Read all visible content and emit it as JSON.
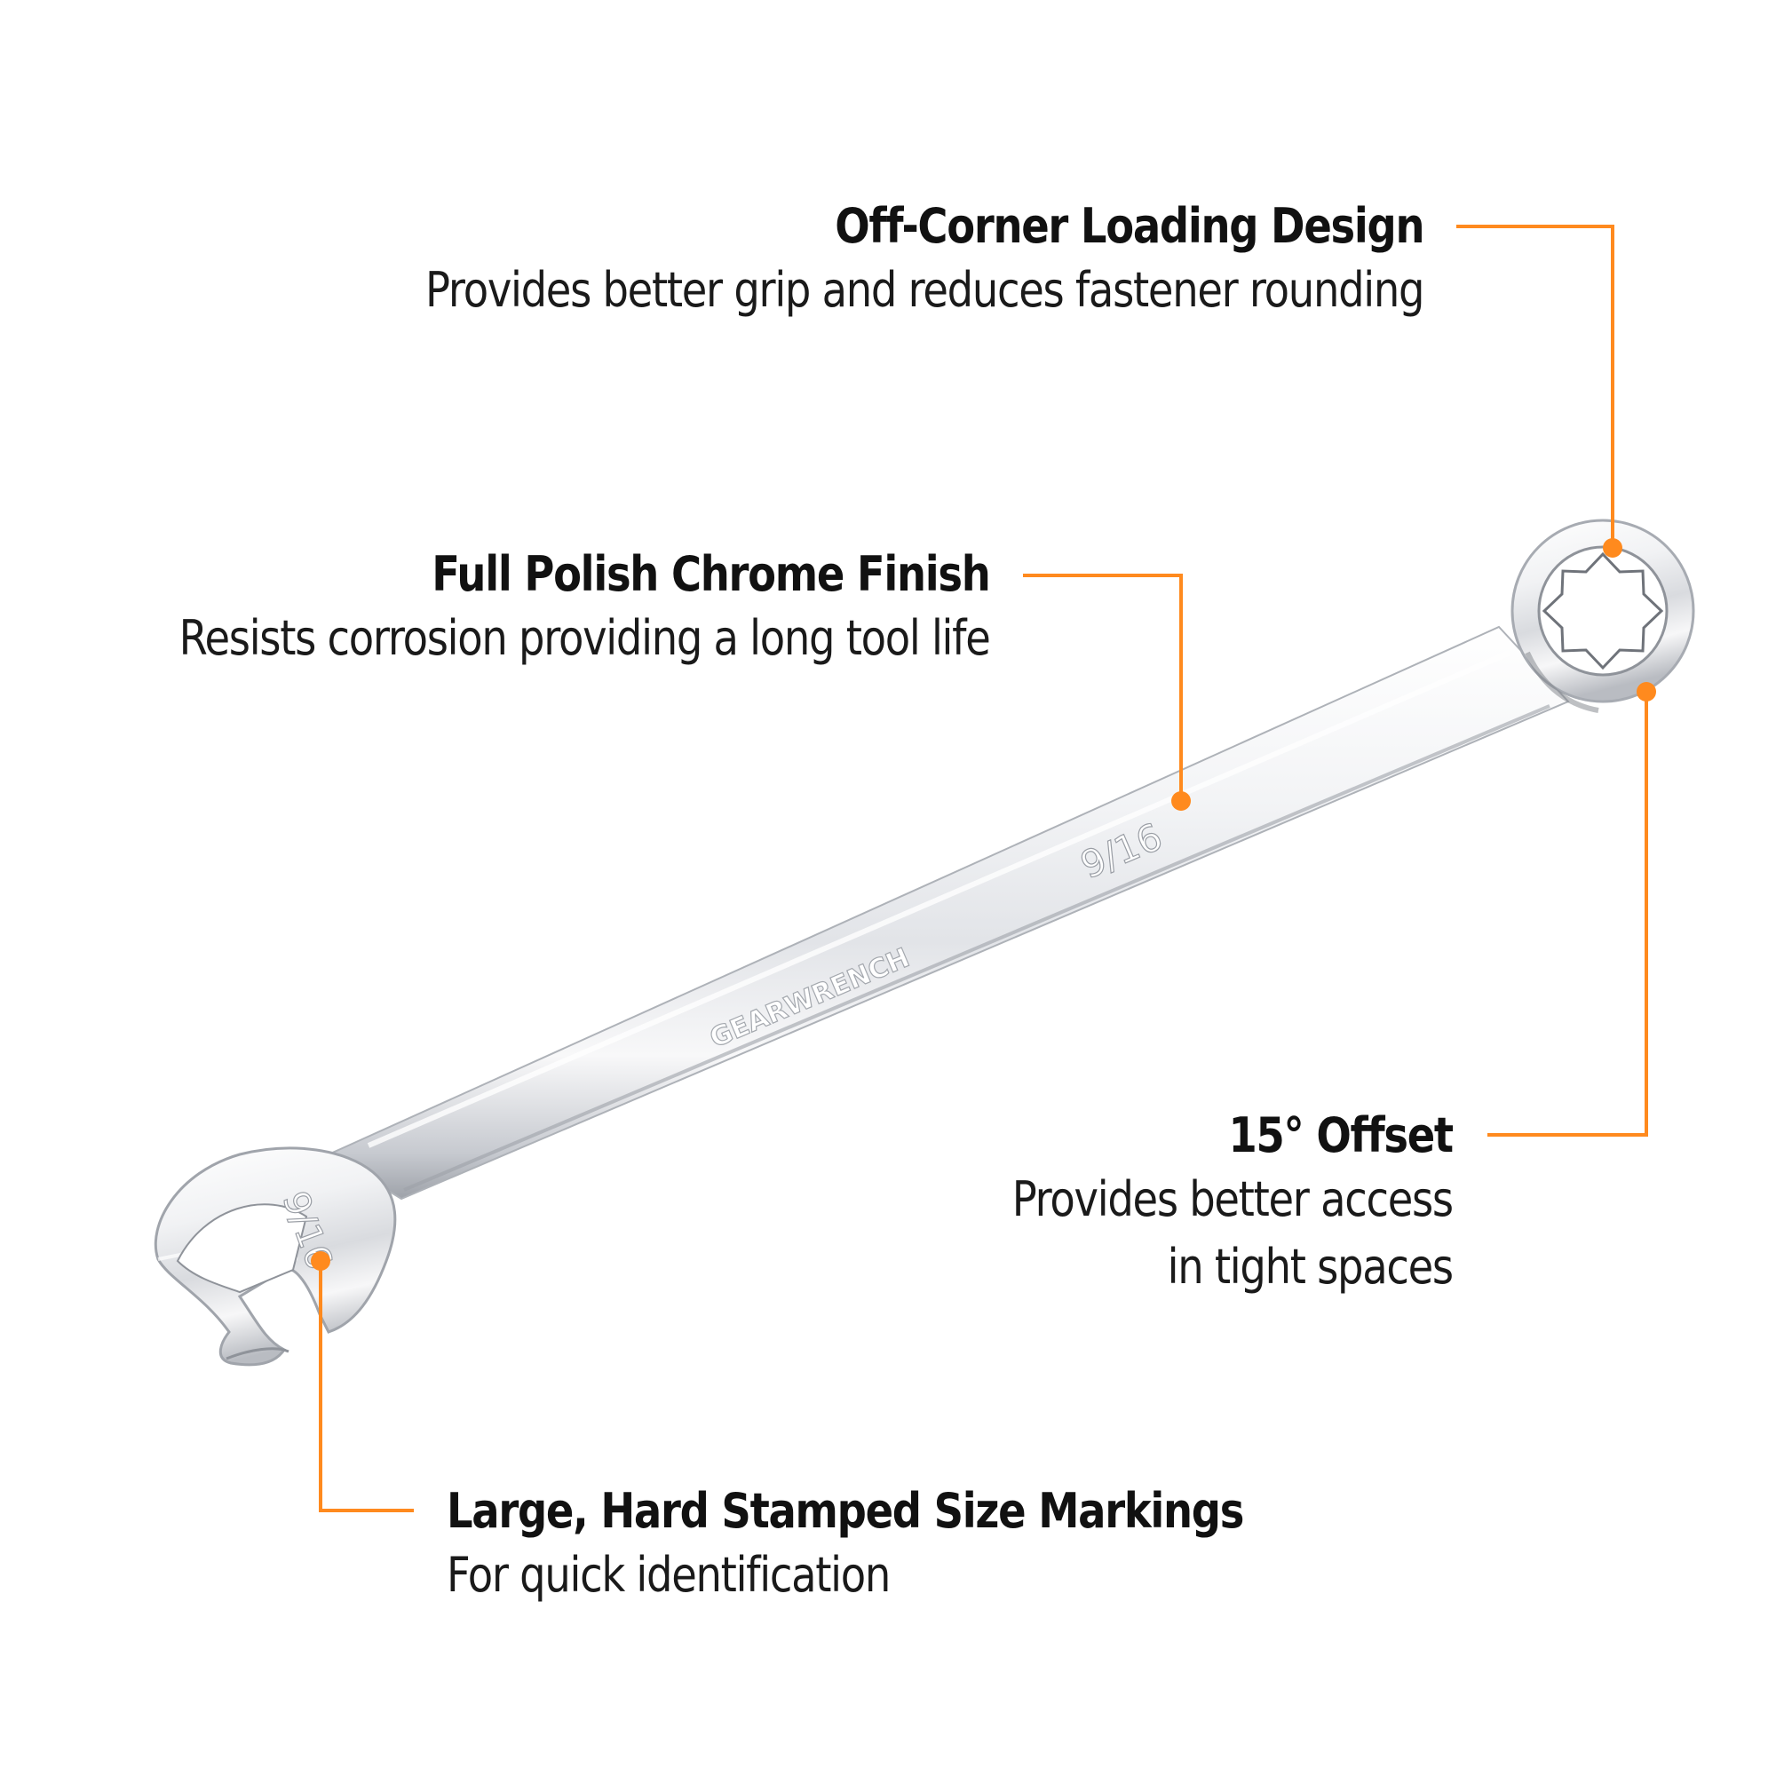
{
  "accent_color": "#ff8a1e",
  "wrench": {
    "brand_stamp": "GEARWRENCH",
    "box_end_size": "9/16",
    "open_end_size": "9/16"
  },
  "callouts": {
    "off_corner": {
      "title": "Off-Corner Loading Design",
      "desc": "Provides better grip and reduces fastener rounding"
    },
    "chrome": {
      "title": "Full Polish Chrome Finish",
      "desc": "Resists corrosion providing a long tool life"
    },
    "offset": {
      "title": "15° Offset",
      "desc_line1": "Provides better access",
      "desc_line2": "in tight spaces"
    },
    "markings": {
      "title": "Large, Hard Stamped Size Markings",
      "desc": "For quick identification"
    }
  }
}
